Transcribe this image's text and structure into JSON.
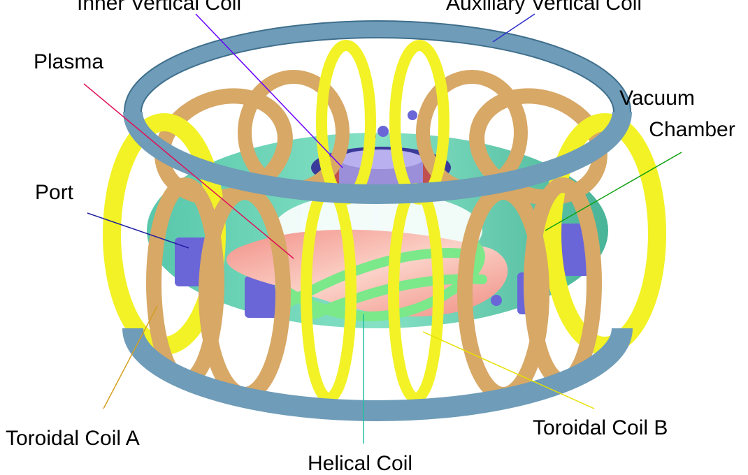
{
  "labels": {
    "inner_vertical_coil": "Inner Vertical Coil",
    "auxiliary_vertical_coil": "Auxiliary Vertical Coil",
    "plasma": "Plasma",
    "vacuum_chamber_line1": "Vacuum",
    "vacuum_chamber_line2": "Chamber",
    "port": "Port",
    "toroidal_coil_a": "Toroidal Coil A",
    "toroidal_coil_b": "Toroidal Coil B",
    "helical_coil": "Helical Coil"
  },
  "colors": {
    "vertical_ring": "#6f9cb8",
    "vertical_ring_dark": "#3f6f8c",
    "toroidal_coil_a": "#d7a866",
    "toroidal_coil_a_dark": "#9a7038",
    "toroidal_coil_b": "#f2f226",
    "toroidal_coil_b_dark": "#b8b800",
    "vacuum_chamber": "#5ec9a8",
    "port": "#6a66d8",
    "plasma": "#f3a79c",
    "helical_coil": "#7be88a",
    "leader_inner_vertical": "#6a00ff",
    "leader_auxiliary": "#3030cc",
    "leader_plasma": "#e0105a",
    "leader_vacuum": "#10a010",
    "leader_port": "#2020a0",
    "leader_toroidal_a": "#d4a020",
    "leader_toroidal_b": "#e6e000",
    "leader_helical": "#20c0a0"
  }
}
